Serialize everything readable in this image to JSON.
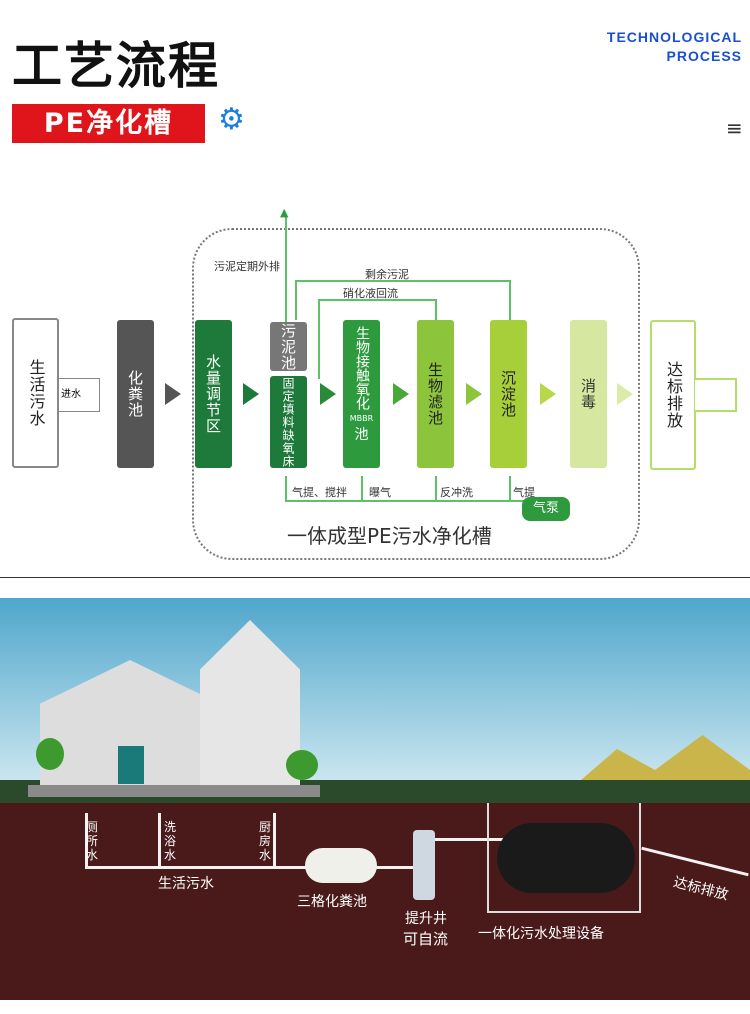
{
  "header": {
    "title": "工艺流程",
    "subtitle_line1": "TECHNOLOGICAL",
    "subtitle_line2": "PROCESS",
    "tag": "PE净化槽",
    "menu_icon": "≡"
  },
  "diagram": {
    "inlet": "生活污水",
    "inlet_arrow": "进水",
    "septic": "化粪池",
    "adjust": "水量调节区",
    "sludge": "污泥池",
    "anoxic": "固定填料缺氧床",
    "mbbr": "生物接触氧化",
    "mbbr_sub": "MBBR",
    "mbbr_tail": "池",
    "biofilter": "生物滤池",
    "sediment": "沉淀池",
    "disinfect": "消毒",
    "discharge": "达标排放",
    "sludge_out": "污泥定期外排",
    "excess_sludge": "剩余污泥",
    "nitrate_return": "硝化液回流",
    "air_mix": "气提、搅拌",
    "aeration": "曝气",
    "backwash": "反冲洗",
    "airlift": "气提",
    "air_pump": "气泵",
    "caption": "一体成型PE污水净化槽"
  },
  "scene": {
    "toilet": "厕所水",
    "bath": "洗浴水",
    "kitchen": "厨房水",
    "sewage": "生活污水",
    "septic_tank": "三格化粪池",
    "lift_well": "提升井",
    "gravity": "可自流",
    "equipment": "一体化污水处理设备",
    "discharge": "达标排放"
  },
  "colors": {
    "red": "#e0141b",
    "blue": "#1a4fd0",
    "dark_green": "#1e7a3a",
    "green": "#2e9a3e",
    "light_green": "#8cc43c"
  }
}
